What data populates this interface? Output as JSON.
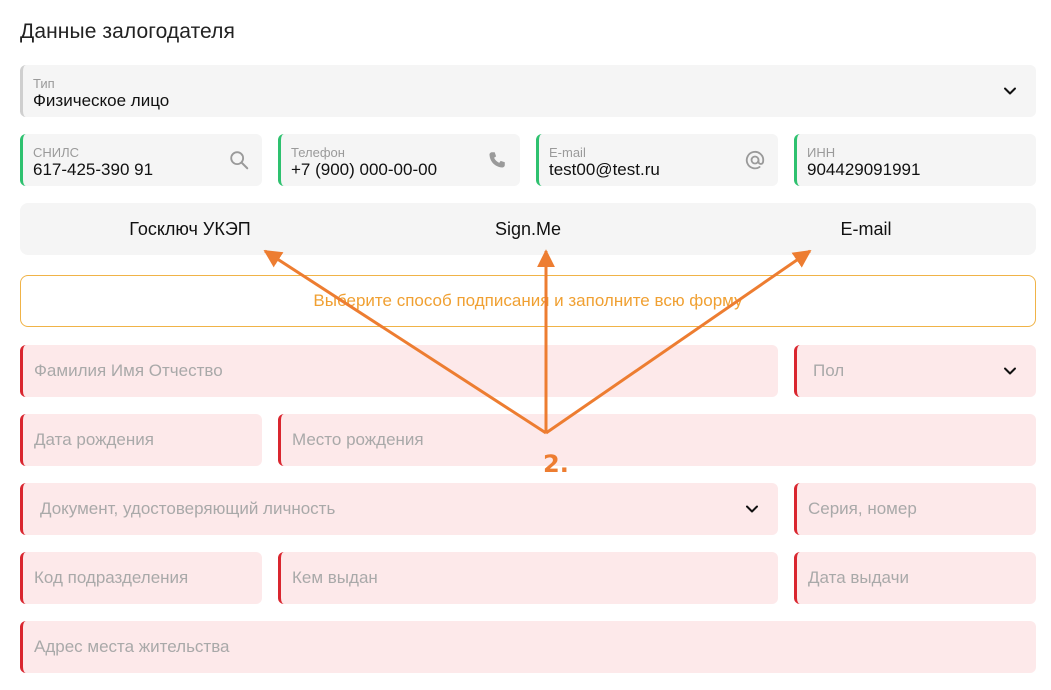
{
  "section_title": "Данные залогодателя",
  "type_field": {
    "label": "Тип",
    "value": "Физическое лицо",
    "icon": "chevron-down-icon"
  },
  "snils": {
    "label": "СНИЛС",
    "value": "617-425-390 91",
    "icon": "search-icon"
  },
  "phone": {
    "label": "Телефон",
    "value": "+7 (900) 000-00-00",
    "icon": "phone-icon"
  },
  "email": {
    "label": "E-mail",
    "value": "test00@test.ru",
    "icon": "at-icon"
  },
  "inn": {
    "label": "ИНН",
    "value": "904429091991"
  },
  "signing_methods": [
    "Госключ УКЭП",
    "Sign.Me",
    "E-mail"
  ],
  "notice": "Выберите способ подписания и заполните всю форму",
  "fields": {
    "full_name": "Фамилия Имя Отчество",
    "gender": "Пол",
    "birth_date": "Дата рождения",
    "birth_place": "Место рождения",
    "id_document": "Документ, удостоверяющий личность",
    "series_number": "Серия, номер",
    "division_code": "Код подразделения",
    "issued_by": "Кем выдан",
    "issue_date": "Дата выдачи",
    "address": "Адрес места жительства"
  },
  "annotation": {
    "label": "2.",
    "color": "#ed7d31"
  },
  "colors": {
    "valid": "#2ec16f",
    "error": "#d9262f",
    "error_bg": "#fde9ea",
    "notice": "#f0a032"
  }
}
